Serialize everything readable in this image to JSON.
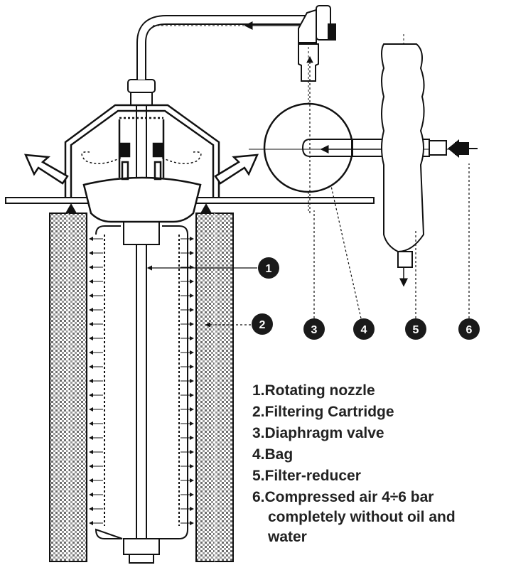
{
  "colors": {
    "ink": "#111111",
    "badge": "#1a1a1a",
    "badge_text": "#ffffff",
    "legend_text": "#222222"
  },
  "badges": [
    {
      "id": "1",
      "text": "1"
    },
    {
      "id": "2",
      "text": "2"
    },
    {
      "id": "3",
      "text": "3"
    },
    {
      "id": "4",
      "text": "4"
    },
    {
      "id": "5",
      "text": "5"
    },
    {
      "id": "6",
      "text": "6"
    }
  ],
  "legend": {
    "items": [
      {
        "lines": [
          "1.Rotating nozzle"
        ]
      },
      {
        "lines": [
          "2.Filtering Cartridge"
        ]
      },
      {
        "lines": [
          "3.Diaphragm valve"
        ]
      },
      {
        "lines": [
          "4.Bag"
        ]
      },
      {
        "lines": [
          "5.Filter-reducer"
        ]
      },
      {
        "lines": [
          "6.Compressed air 4÷6 bar",
          "completely without oil and",
          "water"
        ]
      }
    ]
  }
}
